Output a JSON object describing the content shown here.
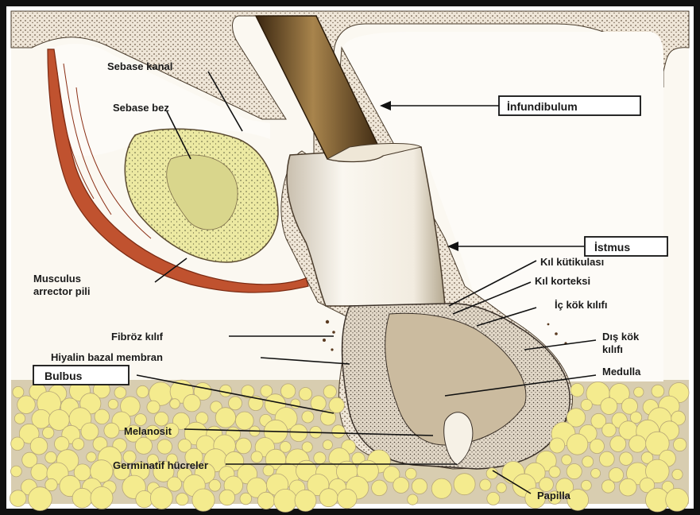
{
  "labels": {
    "sebase_kanal": "Sebase kanal",
    "sebase_bez": "Sebase bez",
    "infundibulum": "İnfundibulum",
    "istmus": "İstmus",
    "musculus_line1": "Musculus",
    "musculus_line2": "arrector pili",
    "kil_kutikulasi": "Kıl kütikulası",
    "kil_korteksi": "Kıl korteksi",
    "ic_kok_kilifi": "İç kök kılıfı",
    "dis_kok_line1": "Dış kök",
    "dis_kok_line2": "kılıfı",
    "fibroz_kilif": "Fibröz kılıf",
    "hiyalin": "Hiyalin bazal membran",
    "bulbus": "Bulbus",
    "medulla": "Medulla",
    "melanosit": "Melanosit",
    "germinatif": "Germinatif hücreler",
    "papilla": "Papilla"
  },
  "colors": {
    "frame": "#111111",
    "epidermis": "#efe6d8",
    "hair_shaft": "#5b3e1a",
    "sheath": "#f3eee4",
    "gland": "#ece9a2",
    "muscle": "#c0522f",
    "fat": "#f4eb8e",
    "dermis": "#fbf8f1"
  }
}
